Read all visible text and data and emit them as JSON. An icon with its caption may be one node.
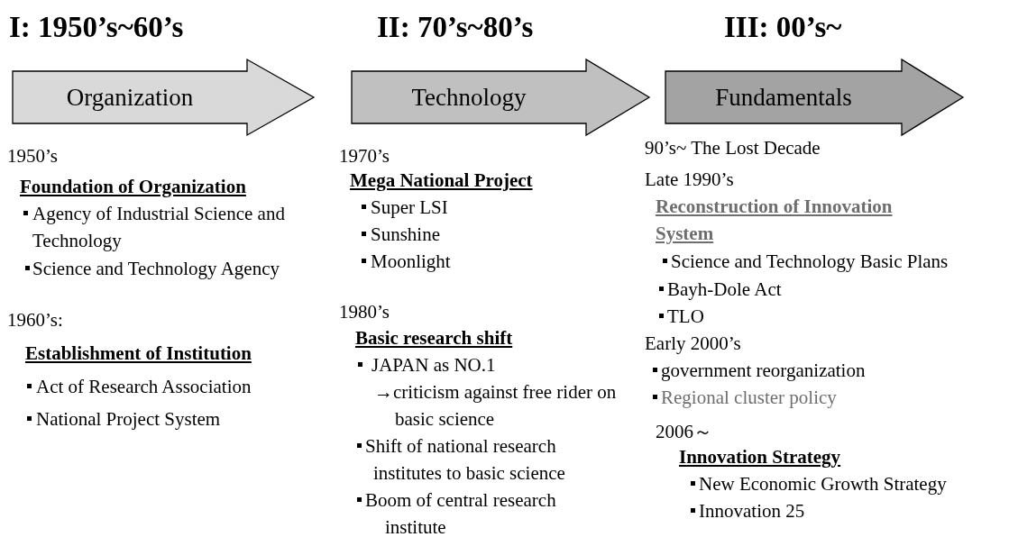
{
  "diagram": {
    "nodes": [
      {
        "text": [
          "Organization"
        ],
        "beside": [
          "I: 1950’s~60’s"
        ]
      },
      {
        "text": [
          "Technology"
        ],
        "beside": [
          "II: 70’s~80’s"
        ]
      },
      {
        "text": [
          "Fundamentals"
        ],
        "beside": [
          "III: 00’s~"
        ]
      }
    ],
    "labels": [
      "1950’s",
      "Foundation of Organization",
      "Agency of Industrial Science and Technology",
      "Science and Technology Agency",
      "1960’s:",
      "Establishment of Institution",
      "Act of Research Association",
      "National Project System",
      "1970’s",
      "Mega National Project",
      "Super LSI",
      "Sunshine",
      "Moonlight",
      "1980’s",
      "Basic research shift",
      "JAPAN as NO.1",
      "→criticism against free rider on basic science",
      "Shift of national research institutes to basic science",
      "Boom of central research institute",
      "90’s~ The Lost Decade",
      "Late 1990’s",
      "Reconstruction of Innovation System",
      "Science and Technology Basic Plans",
      "Bayh-Dole Act",
      "TLO",
      "Early 2000’s",
      "government reorganization",
      "Regional cluster policy",
      "2006～",
      "Innovation Strategy",
      "New Economic Growth Strategy",
      "Innovation 25"
    ]
  }
}
